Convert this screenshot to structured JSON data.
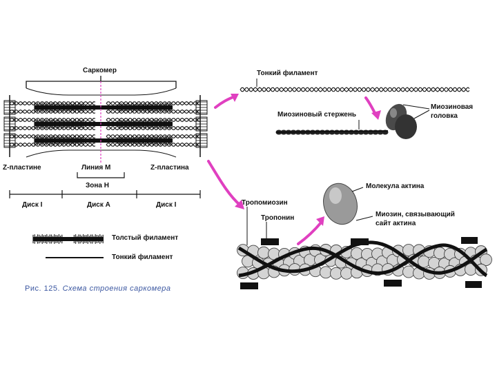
{
  "labels": {
    "sarcomere": "Саркомер",
    "z_left": "Z-пластине",
    "m_line": "Линия M",
    "z_right": "Z-пластина",
    "h_zone": "Зона H",
    "disk_i_left": "Диск I",
    "disk_a": "Диск A",
    "disk_i_right": "Диск I",
    "thick_filament": "Толстый филамент",
    "thin_filament_legend": "Тонкий филамент",
    "thin_filament_top": "Тонкий филамент",
    "myosin_rod": "Миозиновый стержень",
    "myosin_head_1": "Миозиновая",
    "myosin_head_2": "головка",
    "actin_molecule": "Молекула актина",
    "tropomyosin": "Тропомиозин",
    "troponin": "Тропонин",
    "myosin_site_1": "Миозин, связывающий",
    "myosin_site_2": "сайт актина"
  },
  "caption": {
    "prefix": "Рис. 125.",
    "text": "Схема строения саркомера"
  },
  "colors": {
    "arrow": "#e040c0",
    "m_line": "#e040c0",
    "caption": "#3a56a0",
    "ink": "#111111"
  }
}
